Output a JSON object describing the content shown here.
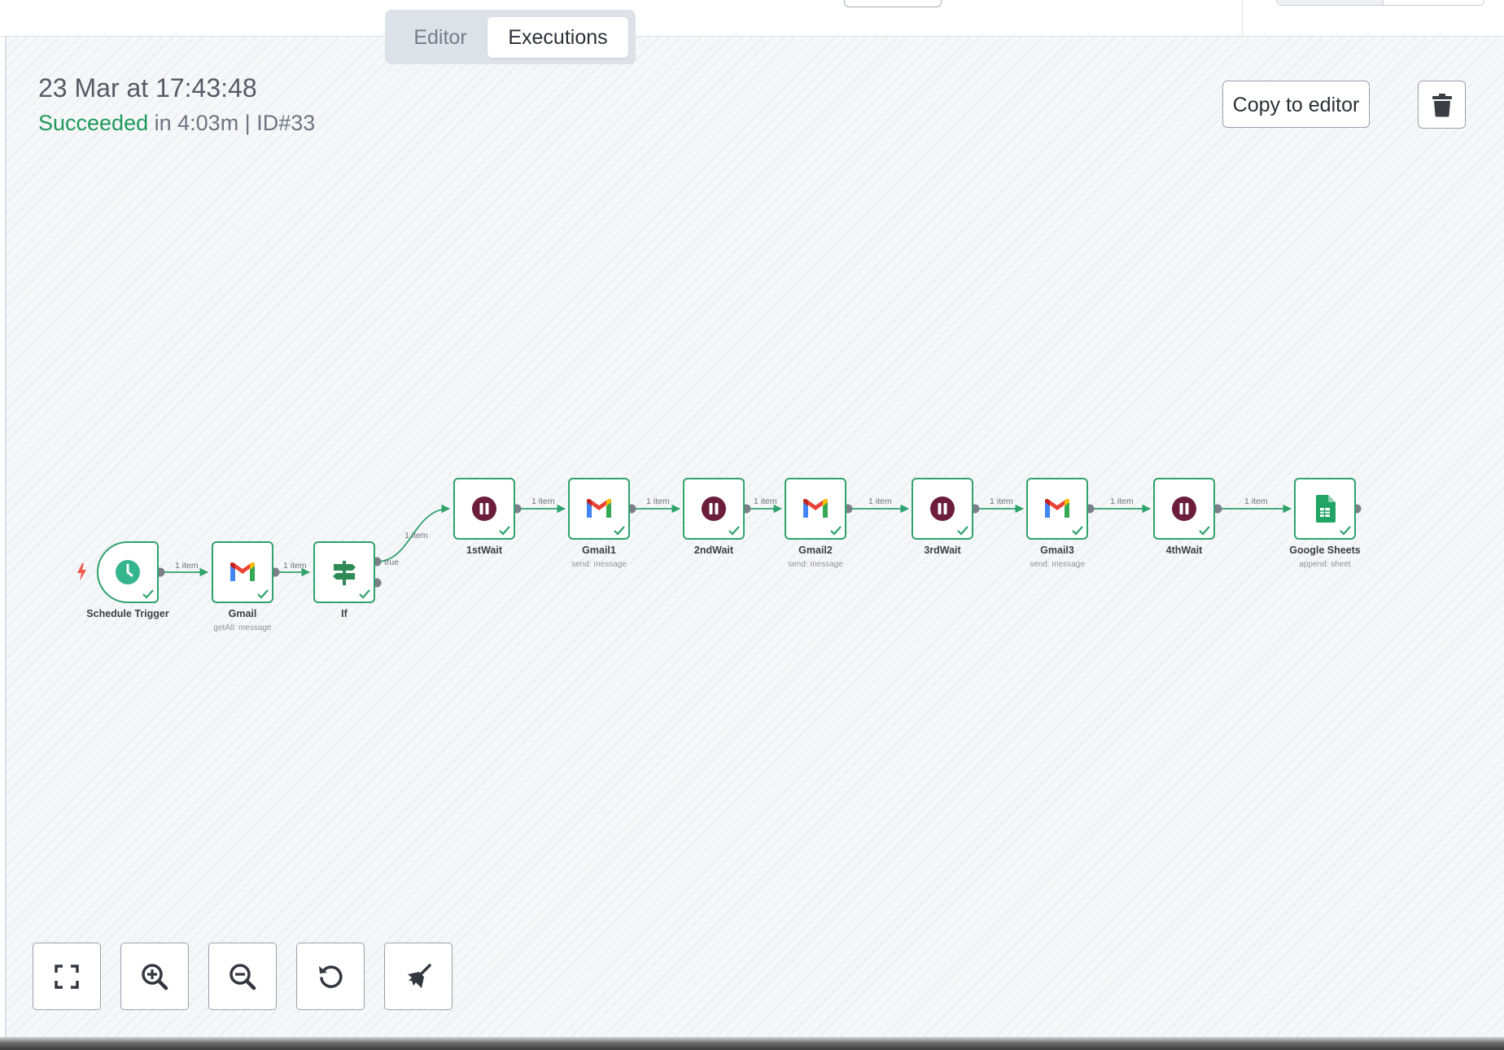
{
  "tabs": {
    "editor": "Editor",
    "executions": "Executions"
  },
  "execution": {
    "datetime": "23 Mar at 17:43:48",
    "status": "Succeeded",
    "duration_text": "in 4:03m | ID#33"
  },
  "actions": {
    "copy_to_editor": "Copy to editor",
    "delete_icon": "trash-icon"
  },
  "colors": {
    "success": "#1e9a58",
    "node_border": "#2ea36b",
    "wait_icon": "#6b1d3a",
    "schedule_icon": "#35b58c",
    "if_icon": "#2e8b57",
    "sheets_icon": "#21a464",
    "trigger_bolt": "#ef5a4b"
  },
  "nodes": [
    {
      "id": "schedule-trigger",
      "label": "Schedule Trigger",
      "subtitle": "",
      "icon": "clock-icon"
    },
    {
      "id": "gmail",
      "label": "Gmail",
      "subtitle": "getAll: message",
      "icon": "gmail-icon"
    },
    {
      "id": "if",
      "label": "If",
      "subtitle": "",
      "icon": "signpost-icon"
    },
    {
      "id": "1stwait",
      "label": "1stWait",
      "subtitle": "",
      "icon": "pause-icon"
    },
    {
      "id": "gmail1",
      "label": "Gmail1",
      "subtitle": "send: message",
      "icon": "gmail-icon"
    },
    {
      "id": "2ndwait",
      "label": "2ndWait",
      "subtitle": "",
      "icon": "pause-icon"
    },
    {
      "id": "gmail2",
      "label": "Gmail2",
      "subtitle": "send: message",
      "icon": "gmail-icon"
    },
    {
      "id": "3rdwait",
      "label": "3rdWait",
      "subtitle": "",
      "icon": "pause-icon"
    },
    {
      "id": "gmail3",
      "label": "Gmail3",
      "subtitle": "send: message",
      "icon": "gmail-icon"
    },
    {
      "id": "4thwait",
      "label": "4thWait",
      "subtitle": "",
      "icon": "pause-icon"
    },
    {
      "id": "google-sheets",
      "label": "Google Sheets",
      "subtitle": "append: sheet",
      "icon": "sheets-icon"
    }
  ],
  "connections": {
    "item_label": "1 item",
    "true_label": "true"
  },
  "controls": [
    "fit-view-icon",
    "zoom-in-icon",
    "zoom-out-icon",
    "reset-zoom-icon",
    "tidy-up-icon"
  ]
}
